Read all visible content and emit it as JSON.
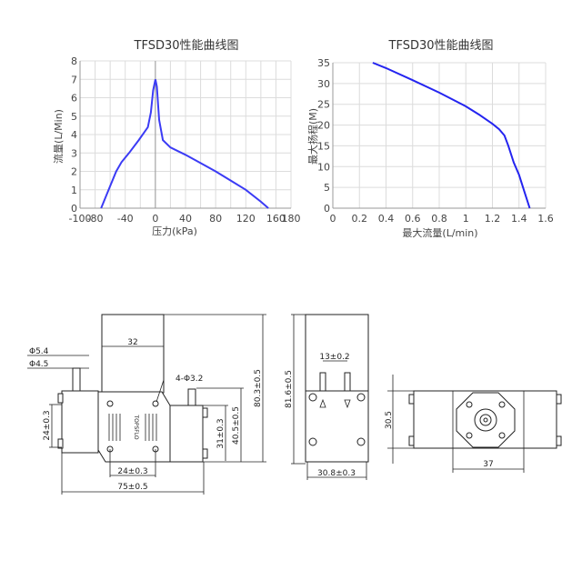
{
  "chart_data": [
    {
      "type": "line",
      "title": "TFSD30性能曲线图",
      "xlabel": "压力(kPa)",
      "ylabel": "流量(L/Min)",
      "xlim": [
        -100,
        180
      ],
      "ylim": [
        0,
        8
      ],
      "x_ticks": [
        -100,
        -80,
        -40,
        0,
        40,
        80,
        120,
        160,
        180
      ],
      "y_ticks": [
        0,
        1,
        2,
        3,
        4,
        5,
        6,
        7,
        8
      ],
      "grid": true,
      "color": "#3b3bf5",
      "x": [
        -72,
        -66,
        -60,
        -52,
        -45,
        -35,
        -22,
        -10,
        -6,
        -3,
        0,
        2,
        5,
        10,
        20,
        40,
        60,
        80,
        100,
        120,
        140,
        150
      ],
      "y": [
        0,
        0.6,
        1.2,
        2.0,
        2.5,
        3.0,
        3.7,
        4.4,
        5.2,
        6.4,
        7.0,
        6.6,
        4.8,
        3.7,
        3.3,
        2.9,
        2.45,
        2.0,
        1.5,
        1.0,
        0.35,
        0
      ]
    },
    {
      "type": "line",
      "title": "TFSD30性能曲线图",
      "xlabel": "最大流量(L/min)",
      "ylabel": "最大扬程(M)",
      "xlim": [
        0,
        1.6
      ],
      "ylim": [
        0,
        35
      ],
      "x_ticks": [
        "0",
        "0.2",
        "0.4",
        "0.6",
        "0.8",
        "1",
        "1.2",
        "1.4",
        "1.6"
      ],
      "y_ticks": [
        0,
        5,
        10,
        15,
        20,
        25,
        30,
        35
      ],
      "grid": true,
      "color": "#2424f0",
      "x": [
        0.3,
        0.4,
        0.6,
        0.8,
        1.0,
        1.1,
        1.2,
        1.25,
        1.29,
        1.32,
        1.36,
        1.4,
        1.44,
        1.48
      ],
      "y": [
        35,
        33.7,
        30.8,
        27.8,
        24.5,
        22.5,
        20.3,
        19.0,
        17.5,
        15,
        11,
        8,
        4,
        0
      ]
    }
  ],
  "drawings": {
    "front": {
      "motor_width": "32",
      "outlet_outer": "Φ5.4",
      "outlet_inner": "Φ4.5",
      "holes": "4-Φ3.2",
      "total_height": "80.3±0.5",
      "body_height": "40.5±0.5",
      "head_height": "31±0.3",
      "left_height": "24±0.3",
      "hole_spacing": "24±0.3",
      "total_length": "75±0.5",
      "brand": "TOPSFLO"
    },
    "side": {
      "total_height": "81.6±0.5",
      "port_spacing": "13±0.2",
      "width": "30.8±0.3"
    },
    "bottom": {
      "height": "30.5",
      "width": "37"
    }
  }
}
